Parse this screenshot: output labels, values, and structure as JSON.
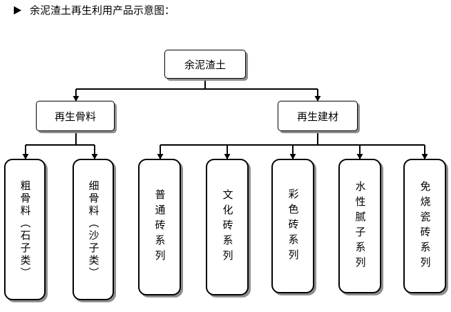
{
  "heading": {
    "marker_icon": "right-triangle-icon",
    "text": "余泥渣土再生利用产品示意图："
  },
  "diagram": {
    "root": "余泥渣土",
    "branches": [
      {
        "label": "再生骨料",
        "children": [
          "粗骨料（石子类）",
          "细骨料（沙子类）"
        ]
      },
      {
        "label": "再生建材",
        "children": [
          "普通砖系列",
          "文化砖系列",
          "彩色砖系列",
          "水性腻子系列",
          "免烧瓷砖系列"
        ]
      }
    ]
  }
}
